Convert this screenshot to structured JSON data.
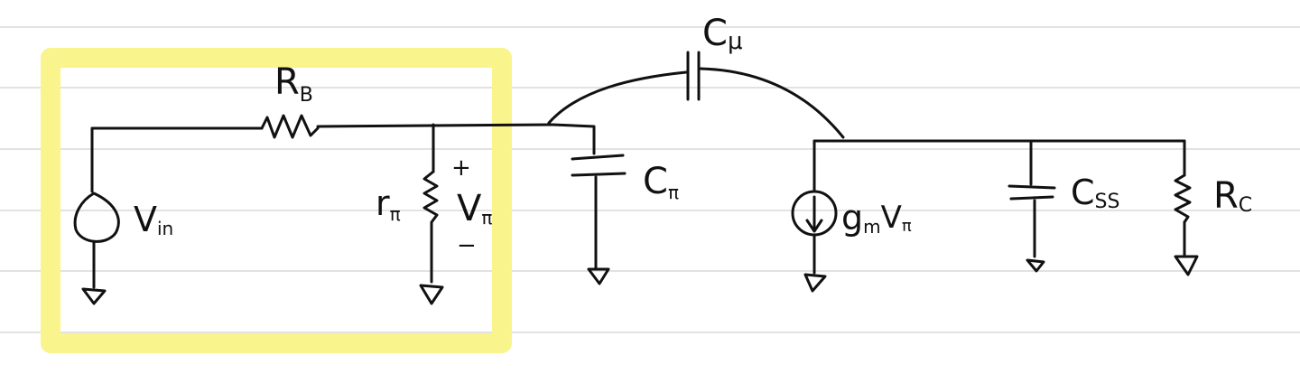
{
  "labels": {
    "rb": "R",
    "rb_sub": "B",
    "cmu": "C",
    "cmu_sub": "μ",
    "cpi": "C",
    "cpi_sub": "π",
    "vin": "V",
    "vin_sub": "in",
    "rpi": "r",
    "rpi_sub": "π",
    "vpi": "V",
    "vpi_sub": "π",
    "plus": "+",
    "minus": "−",
    "gm": "g",
    "gm_sub": "m",
    "gm_v": "V",
    "gm_v_sub": "π",
    "css": "C",
    "css_sub": "SS",
    "rc": "R",
    "rc_sub": "C"
  },
  "colors": {
    "highlight": "#f9f48c",
    "ink": "#111111",
    "ruled_line": "#d9d9d9"
  }
}
